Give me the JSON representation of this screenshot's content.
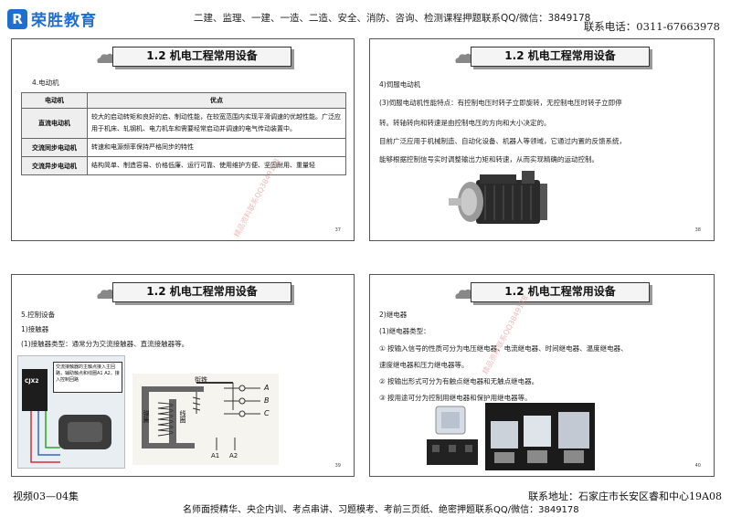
{
  "header": {
    "logo_text": "荣胜教育",
    "ad_text": "二建、监理、一建、一造、二造、安全、消防、咨询、检测课程押题联系QQ/微信：3849178",
    "phone": "联系电话：0311-67663978"
  },
  "footer": {
    "left": "视频03—04集",
    "right": "联系地址：石家庄市长安区睿和中心19A08",
    "ad_text": "名师面授精华、央企内训、考点串讲、习题模考、考前三页纸、绝密押题联系QQ/微信：3849178"
  },
  "watermark": "精品资料联系QQ3849178",
  "slides": [
    {
      "title": "1.2 机电工程常用设备",
      "section": "4.电动机",
      "table": {
        "headers": [
          "电动机",
          "优点"
        ],
        "rows": [
          {
            "name": "直流电动机",
            "advantage": "较大的启动转矩和良好的启、制动性能，在较宽范围内实现平滑调速的优越性能。广泛应用于机床、轧钢机、电力机车和需要经常启动并调速的电气传动装置中。"
          },
          {
            "name": "交流同步电动机",
            "advantage": "转速和电源频率保持严格同步的特性"
          },
          {
            "name": "交流异步电动机",
            "advantage": "结构简单、制造容易、价格低廉、运行可靠、使用维护方便、坚固耐用、重量轻"
          }
        ]
      },
      "page": "37"
    },
    {
      "title": "1.2 机电工程常用设备",
      "lines": [
        "4)伺服电动机",
        "(3)伺服电动机性能特点：有控制电压时转子立即旋转，无控制电压时转子立即停",
        "转。转轴转向和转速是由控制电压的方向和大小决定的。",
        "目前广泛应用于机械制造、自动化设备、机器人等领域，它通过内置的反馈系统，",
        "能够根据控制信号实时调整输出力矩和转速，从而实现精确的运动控制。"
      ],
      "page": "38"
    },
    {
      "title": "1.2 机电工程常用设备",
      "lines": [
        "5.控制设备",
        "1)接触器",
        "(1)接触器类型：通常分为交流接触器、直流接触器等。"
      ],
      "photo_label": {
        "brand": "CJX2",
        "note": "交流接触器的主触点接入主回路，辅助触点和线圈A1 A2，接入控制回路"
      },
      "diagram": {
        "core_label": "衔铁",
        "spring_label": "弹簧",
        "coil_label": "线圈",
        "terminals": [
          "A",
          "B",
          "C"
        ],
        "coil_terminals": [
          "A1",
          "A2"
        ]
      },
      "page": "39"
    },
    {
      "title": "1.2 机电工程常用设备",
      "lines": [
        "2)继电器",
        "(1)继电器类型：",
        "① 按输入信号的性质可分为电压继电器、电流继电器、时间继电器、温度继电器、",
        "速度继电器和压力继电器等。",
        "② 按输出形式可分为有触点继电器和无触点继电器。",
        "③ 按用途可分为控制用继电器和保护用继电器等。"
      ],
      "page": "40"
    }
  ]
}
